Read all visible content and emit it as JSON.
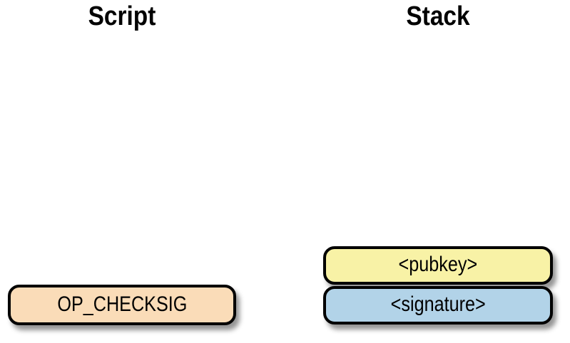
{
  "columns": {
    "script": {
      "title": "Script"
    },
    "stack": {
      "title": "Stack"
    }
  },
  "script": {
    "items": [
      {
        "label": "OP_CHECKSIG",
        "fill": "#fadcb8"
      }
    ]
  },
  "stack": {
    "items": [
      {
        "label": "<pubkey>",
        "fill": "#f8f2a6"
      },
      {
        "label": "<signature>",
        "fill": "#b2d3e8"
      }
    ]
  },
  "colors": {
    "background": "#ffffff",
    "node_border": "#000000",
    "title_text": "#000000",
    "label_text": "#000000",
    "op_checksig_fill": "#fadcb8",
    "pubkey_fill": "#f8f2a6",
    "signature_fill": "#b2d3e8"
  }
}
